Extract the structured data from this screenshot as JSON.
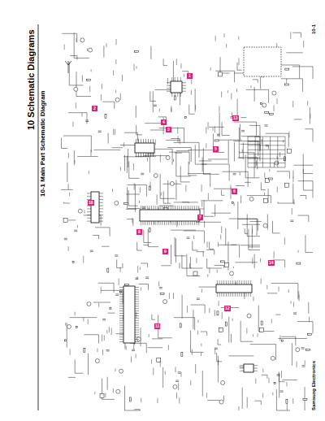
{
  "diagram": {
    "title": "10 Schematic Diagrams",
    "caption": "10-1 Main Part Schematic Diagram",
    "labels": [
      "Samsung Electronics",
      "10-1",
      "1",
      "2",
      "3",
      "4",
      "5",
      "6",
      "7",
      "8",
      "9",
      "10",
      "11",
      "12",
      "13",
      "14"
    ]
  }
}
